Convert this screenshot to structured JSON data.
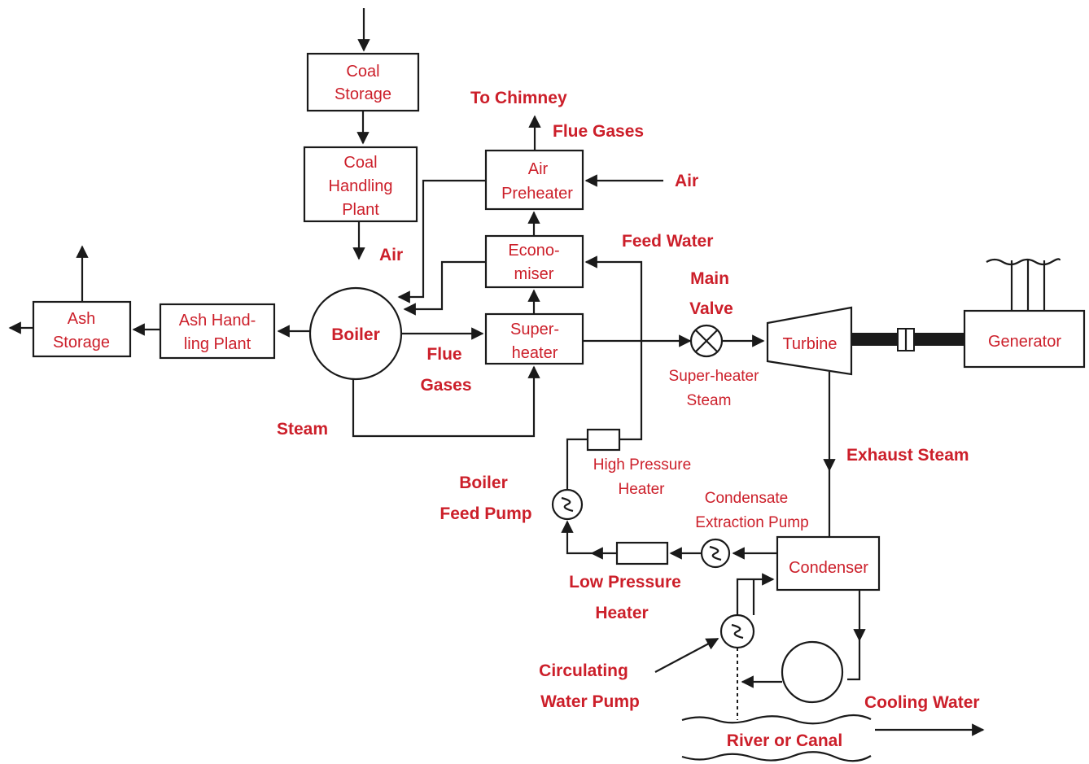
{
  "diagram": {
    "boxes": {
      "coal_storage": [
        "Coal",
        "Storage"
      ],
      "coal_handling": [
        "Coal",
        "Handling",
        "Plant"
      ],
      "air_preheater": [
        "Air",
        "Preheater"
      ],
      "economiser": [
        "Econo-",
        "miser"
      ],
      "superheater": [
        "Super-",
        "heater"
      ],
      "boiler": "Boiler",
      "ash_handling": [
        "Ash Hand-",
        "ling Plant"
      ],
      "ash_storage": [
        "Ash",
        "Storage"
      ],
      "turbine": "Turbine",
      "generator": "Generator",
      "condenser": "Condenser"
    },
    "labels": {
      "to_chimney": "To Chimney",
      "flue_gases_top": "Flue Gases",
      "air_right": "Air",
      "air_left": "Air",
      "feed_water": "Feed Water",
      "main_valve": [
        "Main",
        "Valve"
      ],
      "flue_gases_mid": [
        "Flue",
        "Gases"
      ],
      "superheater_steam": [
        "Super-heater",
        "Steam"
      ],
      "steam": "Steam",
      "boiler_feed_pump": [
        "Boiler",
        "Feed Pump"
      ],
      "high_pressure_heater": [
        "High Pressure",
        "Heater"
      ],
      "condensate_pump": [
        "Condensate",
        "Extraction Pump"
      ],
      "exhaust_steam": "Exhaust Steam",
      "low_pressure_heater": [
        "Low Pressure",
        "Heater"
      ],
      "circulating_pump": [
        "Circulating",
        "Water Pump"
      ],
      "cooling_water": "Cooling Water",
      "river": "River or Canal"
    },
    "colors": {
      "text": "#cc1f2a",
      "line": "#1a1a1a"
    }
  }
}
